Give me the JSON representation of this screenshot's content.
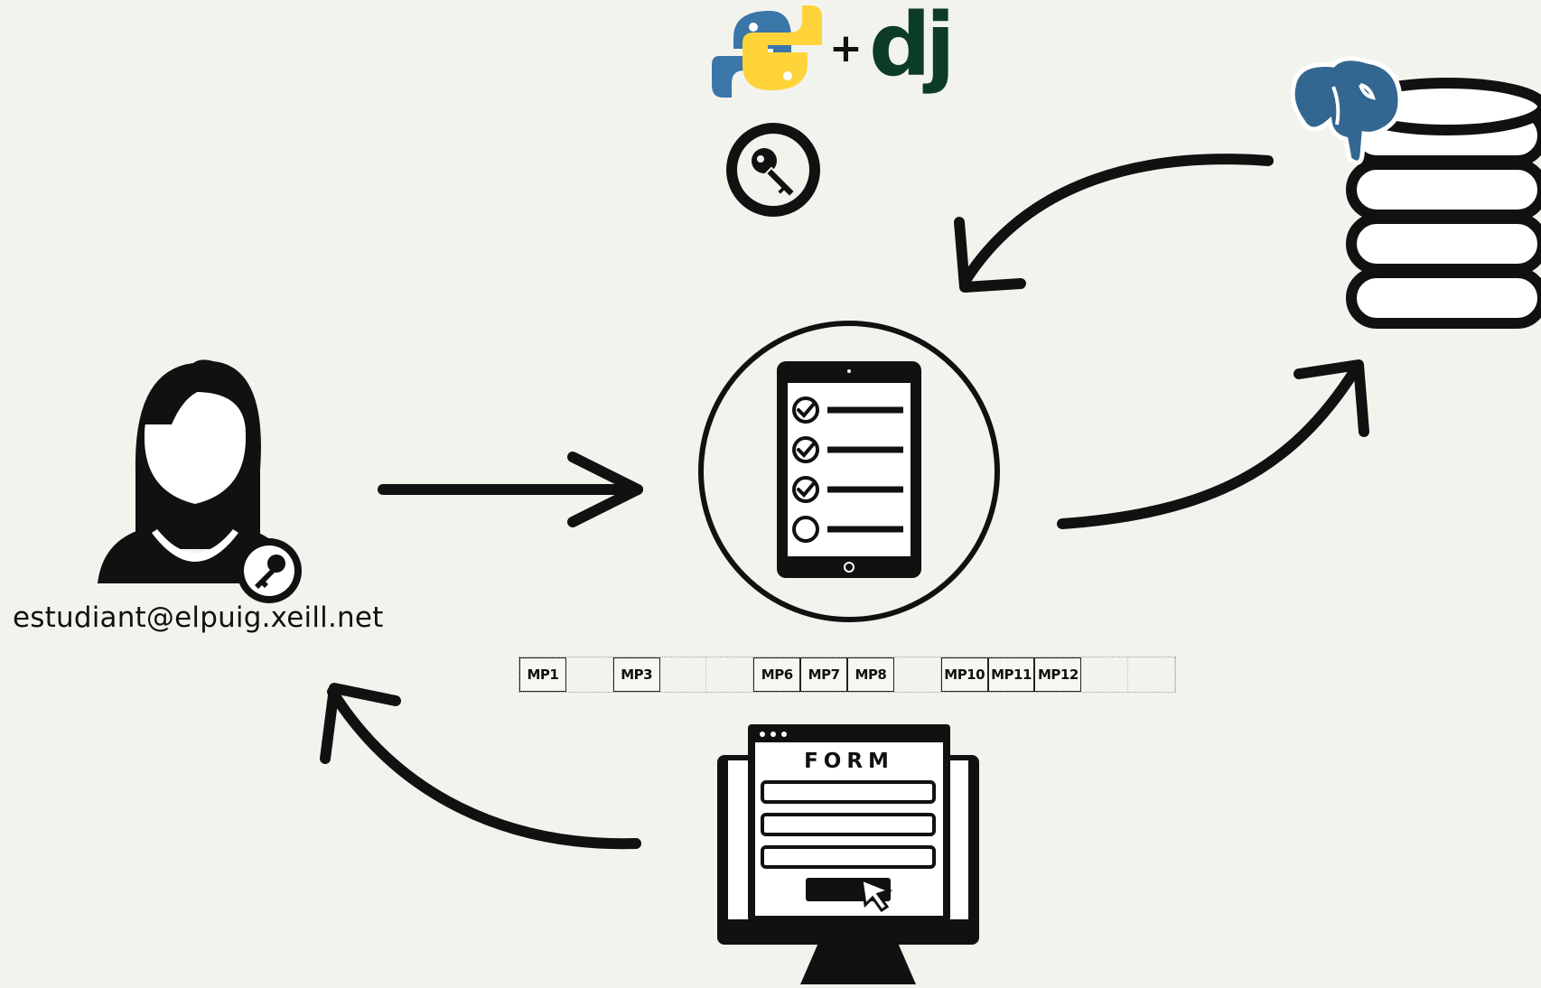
{
  "user": {
    "email": "estudiant@elpuig.xeill.net"
  },
  "stack": {
    "plus": "+",
    "django_logo_text": "dj"
  },
  "modules": {
    "slots": [
      "MP1",
      "",
      "MP3",
      "",
      "",
      "MP6",
      "MP7",
      "MP8",
      "",
      "MP10",
      "MP11",
      "MP12",
      "",
      ""
    ]
  },
  "form": {
    "title": "FORM"
  },
  "icons": {
    "python": "python-logo-icon",
    "key_circle": "key-circle-icon",
    "postgres": "postgresql-elephant-icon",
    "database": "database-icon",
    "tablet": "tablet-checklist-icon",
    "user": "user-avatar-icon",
    "monitor": "monitor-form-icon"
  },
  "colors": {
    "background": "#f3f3ee",
    "ink": "#111111",
    "python_blue": "#3a76a8",
    "python_yellow": "#ffd43b",
    "django_green": "#0c3c26",
    "postgres_blue": "#336791"
  }
}
